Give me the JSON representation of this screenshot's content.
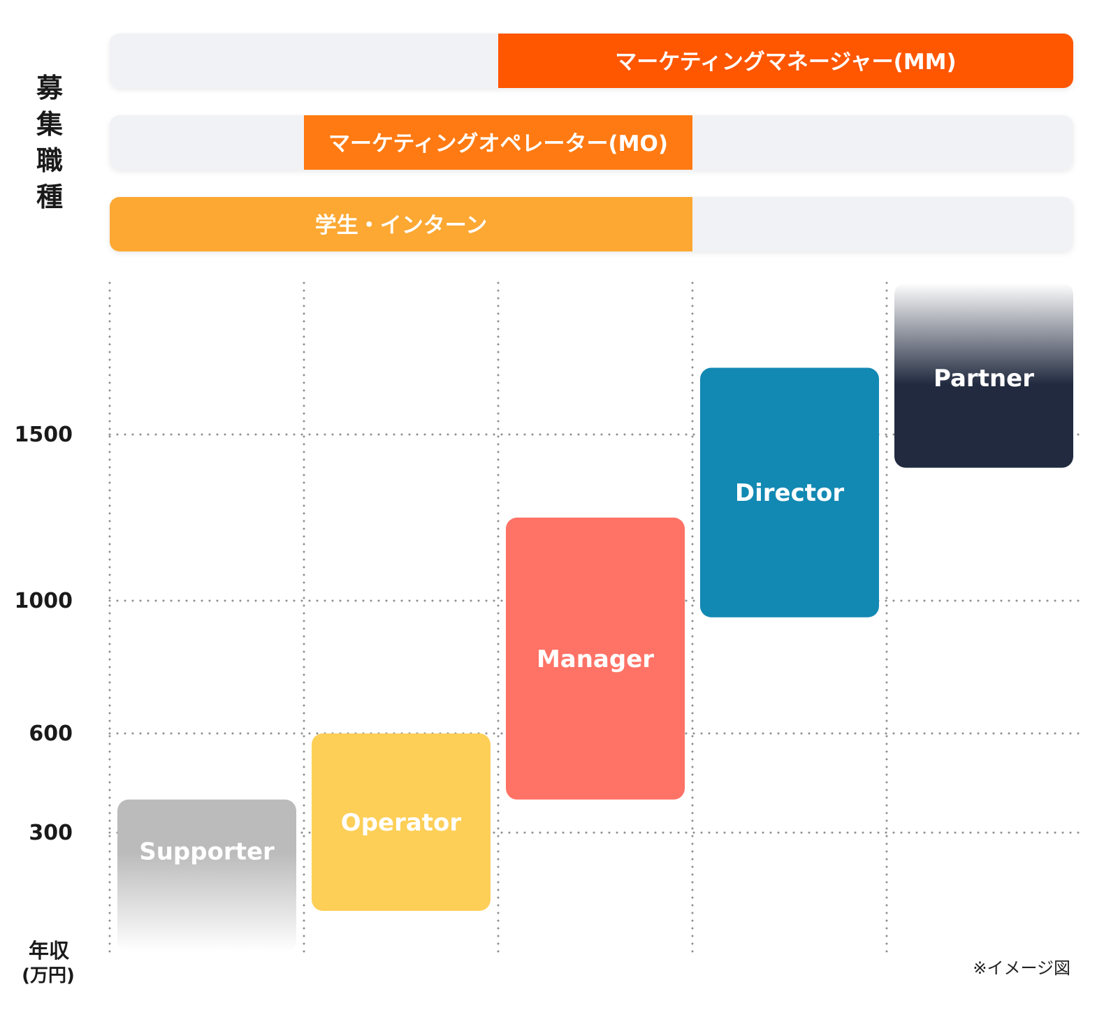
{
  "chart_data": {
    "type": "range-bar",
    "ylabel": "募集職種",
    "xlabel": "年収",
    "xlabel_unit": "(万円)",
    "note": "※イメージ図",
    "y_ticks": [
      "1500",
      "1000",
      "600",
      "300"
    ],
    "tick_values": [
      1500,
      1000,
      600,
      300
    ],
    "y_range": [
      0,
      2000
    ],
    "grid": true,
    "positions": [
      {
        "label": "マーケティングマネージャー(MM)",
        "start_col": 2,
        "end_col": 5,
        "color": "#ff5600"
      },
      {
        "label": "マーケティングオペレーター(MO)",
        "start_col": 1,
        "end_col": 3,
        "color": "#ff7a12"
      },
      {
        "label": "学生・インターン",
        "start_col": 0,
        "end_col": 3,
        "color": "#fca833"
      }
    ],
    "roles": [
      {
        "name": "Supporter",
        "min": 0,
        "max": 400,
        "color": "#bbbbbb",
        "fade": "bottom"
      },
      {
        "name": "Operator",
        "min": 100,
        "max": 600,
        "color": "#fdcf57",
        "fade": "none"
      },
      {
        "name": "Manager",
        "min": 400,
        "max": 1250,
        "color": "#ff7266",
        "fade": "none"
      },
      {
        "name": "Director",
        "min": 950,
        "max": 1720,
        "color": "#1289b3",
        "fade": "none"
      },
      {
        "name": "Partner",
        "min": 1400,
        "max": 2000,
        "color": "#212a3f",
        "fade": "top"
      }
    ]
  }
}
